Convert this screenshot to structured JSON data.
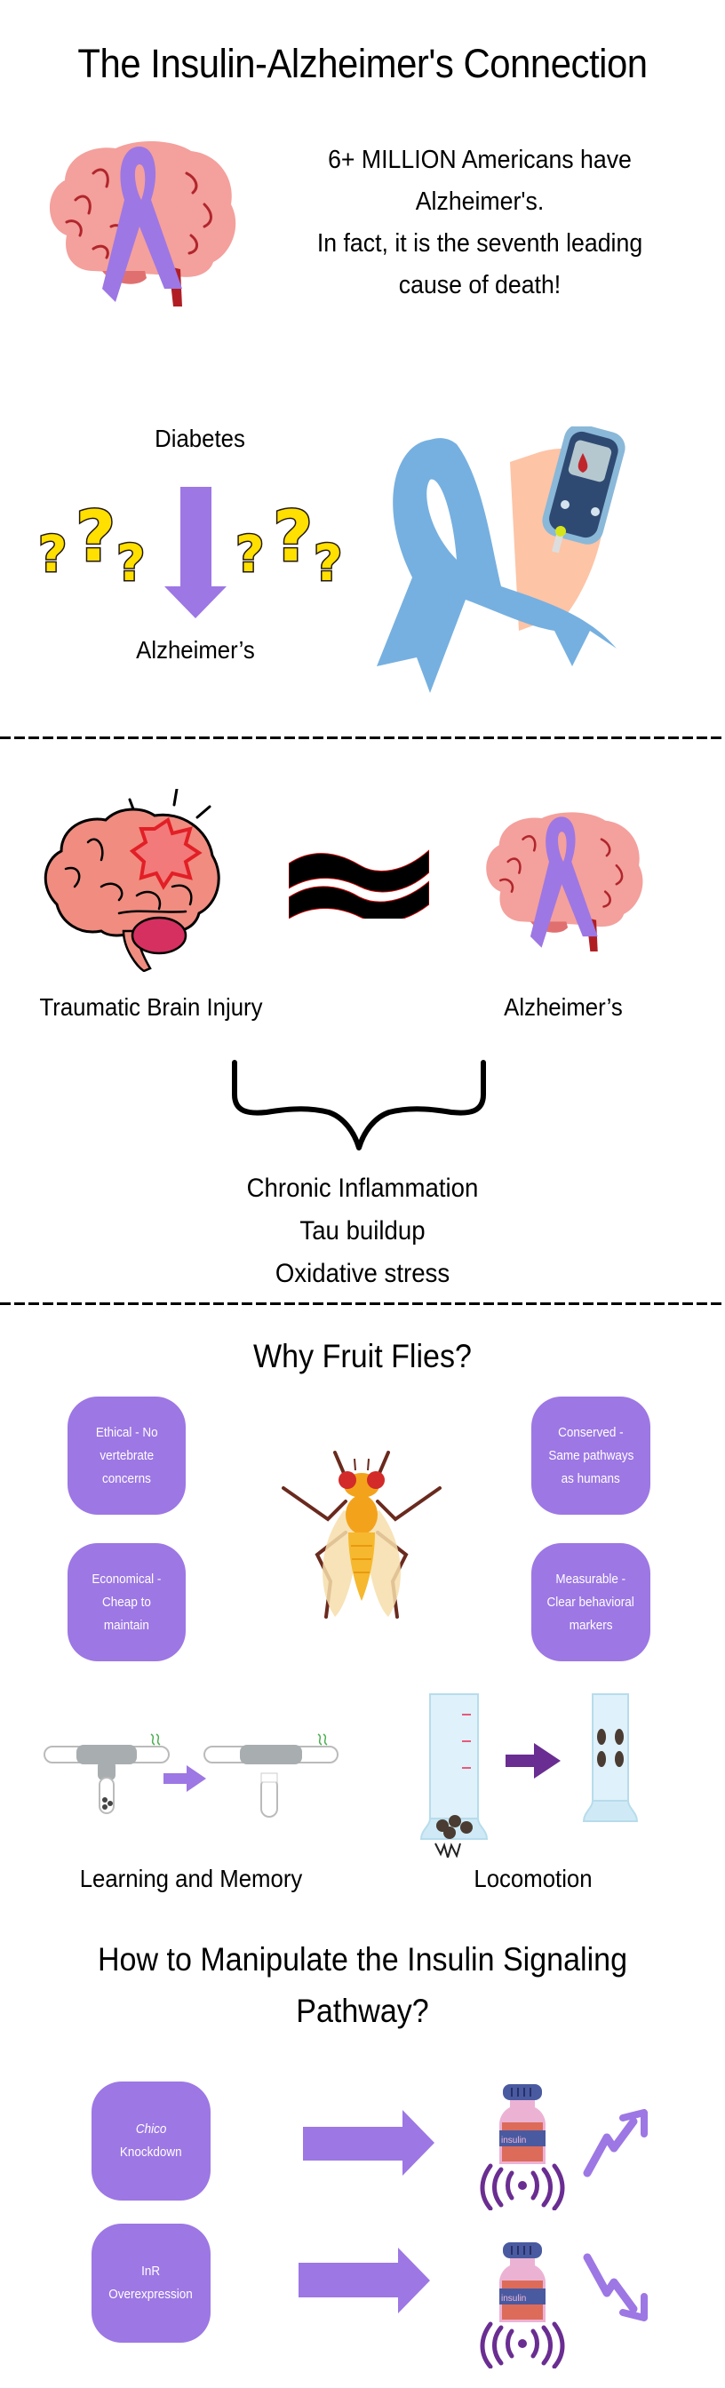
{
  "header": {
    "title": "The Insulin-Alzheimer's Connection"
  },
  "intro": {
    "stat_lines": [
      "6+ MILLION Americans have",
      "Alzheimer's.",
      "In fact, it is the seventh leading",
      "cause of death!"
    ],
    "image": "brain-with-purple-ribbon-icon"
  },
  "diabetes_section": {
    "from_label": "Diabetes",
    "to_label": "Alzheimer’s",
    "arrow_color": "#9d77e4",
    "question_marks": "???",
    "image": "blue-ribbon-glucose-meter-icon"
  },
  "tbi_section": {
    "left_label": "Traumatic Brain Injury",
    "right_label": "Alzheimer’s",
    "relation_symbol": "≈",
    "shared_features": [
      "Chronic Inflammation",
      "Tau buildup",
      "Oxidative stress"
    ]
  },
  "fruit_flies": {
    "heading": "Why Fruit Flies?",
    "reasons": [
      {
        "lines": [
          "Ethical - No",
          "vertebrate",
          "concerns"
        ]
      },
      {
        "lines": [
          "Conserved -",
          "Same pathways",
          "as humans"
        ]
      },
      {
        "lines": [
          "Economical -",
          "Cheap to",
          "maintain"
        ]
      },
      {
        "lines": [
          "Measurable -",
          "Clear behavioral",
          "markers"
        ]
      }
    ],
    "assays": [
      {
        "label": "Learning and Memory"
      },
      {
        "label": "Locomotion"
      }
    ]
  },
  "manipulation": {
    "heading_line1": "How to Manipulate the Insulin Signaling",
    "heading_line2": "Pathway?",
    "methods": [
      {
        "gene": "Chico",
        "action": "Knockdown",
        "vial_label": "insulin",
        "effect": "increase"
      },
      {
        "gene": "InR",
        "action": "Overexpression",
        "vial_label": "insulin",
        "effect": "decrease"
      }
    ]
  },
  "colors": {
    "purple_box": "#9d77e4",
    "dark_purple": "#6a2d91",
    "ribbon_blue": "#76b0e0",
    "brain_pink": "#f4a09c",
    "question_yellow": "#ffe000"
  }
}
